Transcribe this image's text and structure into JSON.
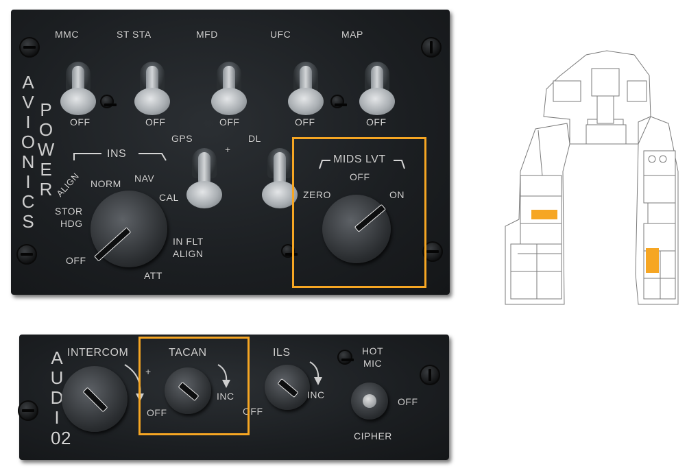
{
  "avionics": {
    "title": "AVIONICS POWER",
    "title_letters_left": [
      "A",
      "V",
      "I",
      "O",
      "N",
      "I",
      "C",
      "S"
    ],
    "title_letters_right": [
      "P",
      "O",
      "W",
      "E",
      "R"
    ],
    "switches": [
      {
        "label": "MMC",
        "position": "OFF"
      },
      {
        "label": "ST STA",
        "position": "OFF"
      },
      {
        "label": "MFD",
        "position": "OFF"
      },
      {
        "label": "UFC",
        "position": "OFF"
      },
      {
        "label": "MAP",
        "position": "OFF"
      }
    ],
    "gps": {
      "label": "GPS"
    },
    "plus": "+",
    "dl": {
      "label": "DL"
    },
    "ins": {
      "label": "INS",
      "positions": [
        "OFF",
        "STOR HDG",
        "ALIGN",
        "NORM",
        "NAV",
        "CAL",
        "IN FLT ALIGN",
        "ATT"
      ],
      "stor": "STOR",
      "hdg": "HDG",
      "align": "ALIGN",
      "norm": "NORM",
      "nav": "NAV",
      "cal": "CAL",
      "inflt": "IN FLT",
      "align2": "ALIGN",
      "att": "ATT",
      "off": "OFF",
      "selected": "OFF"
    },
    "mids": {
      "label": "MIDS LVT",
      "positions": [
        "ZERO",
        "OFF",
        "ON"
      ],
      "zero": "ZERO",
      "off": "OFF",
      "on": "ON",
      "selected": "ON"
    }
  },
  "audio": {
    "title_letters": [
      "A",
      "U",
      "D",
      "I"
    ],
    "title_suffix": "02",
    "intercom": {
      "label": "INTERCOM"
    },
    "tacan": {
      "label": "TACAN",
      "off": "OFF",
      "inc": "INC",
      "plus": "+"
    },
    "ils": {
      "label": "ILS",
      "off": "OFF",
      "inc": "INC"
    },
    "hot_mic": {
      "line1": "HOT",
      "line2": "MIC"
    },
    "cipher": {
      "label": "CIPHER",
      "off": "OFF"
    }
  },
  "colors": {
    "highlight": "#f6a623",
    "panel": "#1f2225",
    "label": "#d6d6d6",
    "diagram_line": "#7a7a7a"
  },
  "icons": [
    "screw-icon",
    "cockpit-diagram-icon",
    "arrow-icon"
  ]
}
